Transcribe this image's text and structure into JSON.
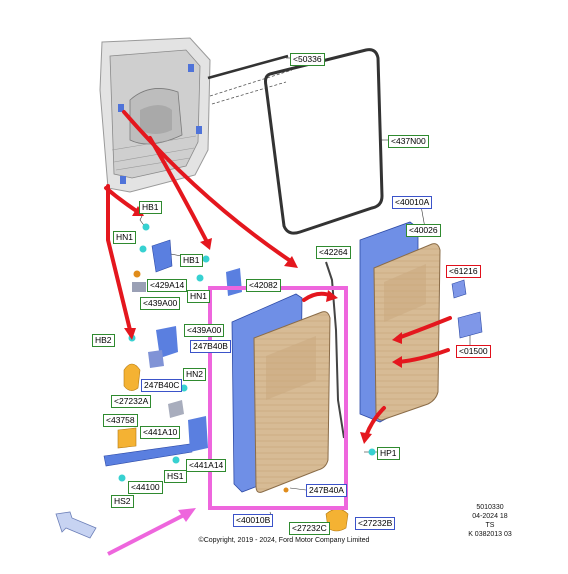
{
  "labels": {
    "p50336": "<50336",
    "p437N00": "<437N00",
    "p40010A": "<40010A",
    "p40026": "<40026",
    "p42264": "<42264",
    "p61216": "<61216",
    "p01500": "<01500",
    "hb1": "HB1",
    "hn1": "HN1",
    "hb1b": "HB1",
    "hn1b": "HN1",
    "p429A14": "<429A14",
    "p439A00": "<439A00",
    "p42082": "<42082",
    "p439A00b": "<439A00",
    "hb2": "HB2",
    "p247B40": "247B40B",
    "p247B40C": "247B40C",
    "hn2": "HN2",
    "p27232A": "<27232A",
    "p43758": "<43758",
    "p441A10": "<441A10",
    "p441A": "<441A14",
    "hs1": "HS1",
    "p44100": "<44100",
    "hs2": "HS2",
    "hp1": "HP1",
    "p247B40A": "247B40A",
    "p40010B": "<40010B",
    "p27232C": "<27232C",
    "p27232B": "<27232B"
  },
  "meta": {
    "line1": "5010330",
    "line2": "04-2024 18",
    "line3": "TS",
    "line4": "K 0382013 03"
  },
  "copyright": "©Copyright, 2019 - 2024, Ford Motor Company Limited",
  "colors": {
    "arrow": "#e4171e",
    "highlight": "#ee66dd",
    "panel_blue": "#6f8fe6",
    "panel_tan": "#d8b791"
  }
}
